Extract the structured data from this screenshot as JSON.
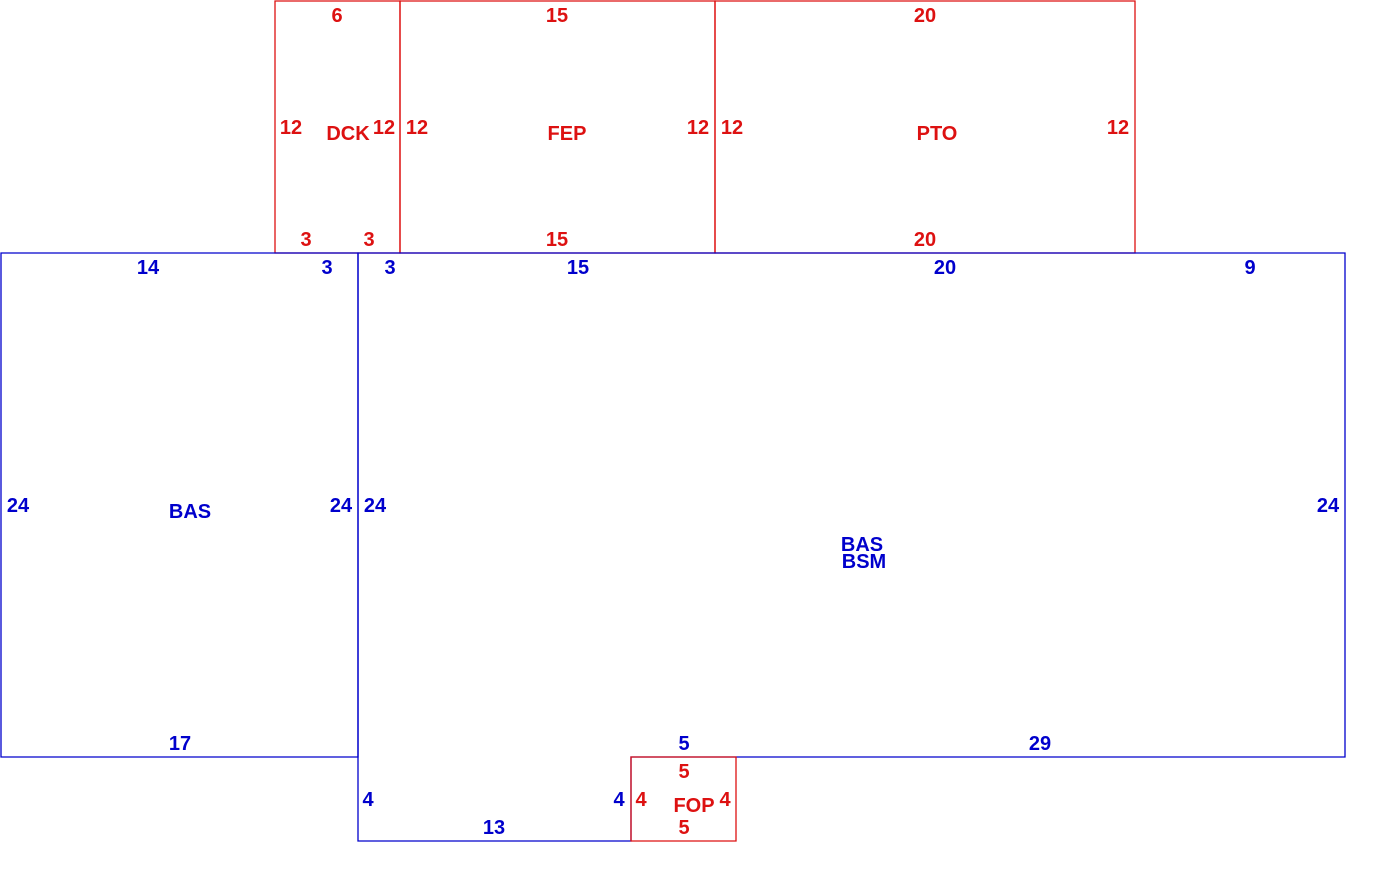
{
  "colors": {
    "living": "#0000cc",
    "other": "#dd1111",
    "background": "#ffffff"
  },
  "areas": [
    {
      "id": "dck",
      "label": "DCK",
      "color_key": "other",
      "dimensions": [
        "6",
        "12",
        "3",
        "3",
        "12"
      ]
    },
    {
      "id": "fep",
      "label": "FEP",
      "color_key": "other",
      "dimensions": [
        "15",
        "12",
        "15",
        "12"
      ]
    },
    {
      "id": "pto",
      "label": "PTO",
      "color_key": "other",
      "dimensions": [
        "20",
        "12",
        "20",
        "12"
      ]
    },
    {
      "id": "bas-left",
      "label": "BAS",
      "color_key": "living",
      "dimensions": [
        "14",
        "3",
        "24",
        "17",
        "24"
      ]
    },
    {
      "id": "bas-main",
      "label": "BAS",
      "label2": "BSM",
      "color_key": "living",
      "dimensions": [
        "3",
        "15",
        "20",
        "9",
        "24",
        "29",
        "5",
        "4",
        "13",
        "4",
        "24"
      ]
    },
    {
      "id": "fop",
      "label": "FOP",
      "color_key": "other",
      "dimensions": [
        "5",
        "4",
        "5",
        "4"
      ]
    }
  ]
}
